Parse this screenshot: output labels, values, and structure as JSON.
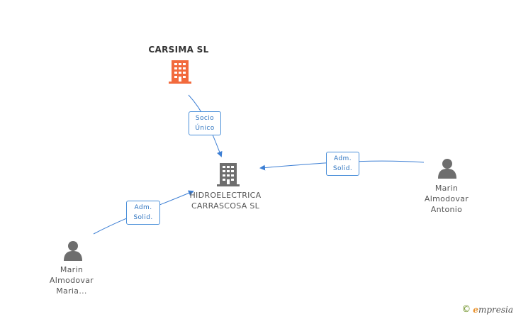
{
  "nodes": {
    "carsima": {
      "title": "CARSIMA SL",
      "icon": "building-icon",
      "color": "#f26a3d"
    },
    "hidroelectrica": {
      "line1": "HIDROELECTRICA",
      "line2": "CARRASCOSA SL",
      "icon": "building-icon",
      "color": "#6e6e6e"
    },
    "antonio": {
      "line1": "Marin",
      "line2": "Almodovar",
      "line3": "Antonio",
      "icon": "person-icon",
      "color": "#6e6e6e"
    },
    "maria": {
      "line1": "Marin",
      "line2": "Almodovar",
      "line3": "Maria...",
      "icon": "person-icon",
      "color": "#6e6e6e"
    }
  },
  "edges": {
    "carsima_to_hidro": {
      "line1": "Socio",
      "line2": "Único"
    },
    "antonio_to_hidro": {
      "line1": "Adm.",
      "line2": "Solid."
    },
    "maria_to_hidro": {
      "line1": "Adm.",
      "line2": "Solid."
    }
  },
  "colors": {
    "edge": "#3d7fd4"
  },
  "footer": {
    "copyright": "©",
    "brand_initial": "e",
    "brand_rest": "mpresia"
  }
}
